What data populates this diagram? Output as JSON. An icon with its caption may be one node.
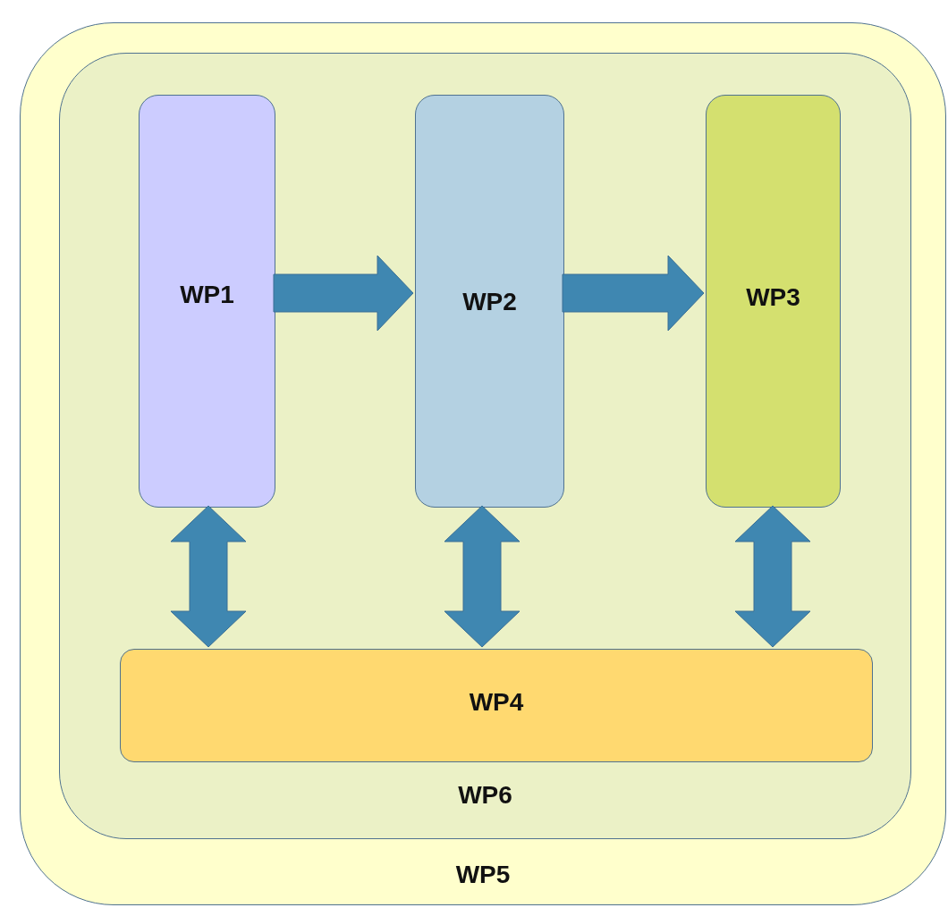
{
  "diagram": {
    "nodes": [
      {
        "text": [
          "WP5"
        ]
      },
      {
        "text": [
          "WP6"
        ],
        "in": 0
      },
      {
        "text": [
          "WP1"
        ],
        "in": 1
      },
      {
        "text": [
          "WP2"
        ],
        "in": 1
      },
      {
        "text": [
          "WP3"
        ],
        "in": 1
      },
      {
        "text": [
          "WP4"
        ],
        "in": 1
      }
    ],
    "edges": [
      {
        "from": 2,
        "to": 3,
        "arrow": "to"
      },
      {
        "from": 3,
        "to": 4,
        "arrow": "to"
      },
      {
        "from": 2,
        "to": 5,
        "arrow": "both"
      },
      {
        "from": 3,
        "to": 5,
        "arrow": "both"
      },
      {
        "from": 4,
        "to": 5,
        "arrow": "both"
      }
    ]
  }
}
